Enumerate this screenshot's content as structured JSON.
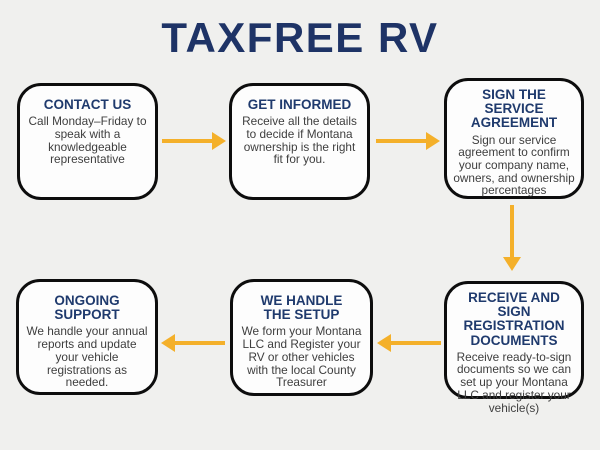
{
  "page": {
    "title": "TAXFREE RV"
  },
  "colors": {
    "background": "#f0f0ee",
    "title_navy": "#1e3366",
    "step_title_navy": "#1f3a6d",
    "body_text": "#3e3e3e",
    "arrow_gold": "#f4b02a",
    "box_border": "#0d0d0d",
    "box_background": "#fdfdfd"
  },
  "steps": [
    {
      "id": 1,
      "title": "CONTACT US",
      "description": "Call Monday–Friday to speak with a knowledgeable representative"
    },
    {
      "id": 2,
      "title": "GET INFORMED",
      "description": "Receive all the details to decide if Montana ownership is the right fit for you."
    },
    {
      "id": 3,
      "title": "SIGN THE SERVICE AGREEMENT",
      "description": "Sign our service agreement to confirm your company name, owners, and ownership percentages"
    },
    {
      "id": 4,
      "title": "RECEIVE AND SIGN REGISTRATION DOCUMENTS",
      "description": "Receive ready-to-sign documents so we can set up your Montana LLC and register your vehicle(s)"
    },
    {
      "id": 5,
      "title": "WE HANDLE THE SETUP",
      "description": "We form your Montana LLC and Register your RV or other vehicles with the local County Treasurer"
    },
    {
      "id": 6,
      "title": "ONGOING SUPPORT",
      "description": "We handle your annual reports and update your vehicle registrations as needed."
    }
  ],
  "connections": [
    {
      "from": 1,
      "to": 2,
      "direction": "right"
    },
    {
      "from": 2,
      "to": 3,
      "direction": "right"
    },
    {
      "from": 3,
      "to": 4,
      "direction": "down"
    },
    {
      "from": 4,
      "to": 5,
      "direction": "left"
    },
    {
      "from": 5,
      "to": 6,
      "direction": "left"
    }
  ]
}
